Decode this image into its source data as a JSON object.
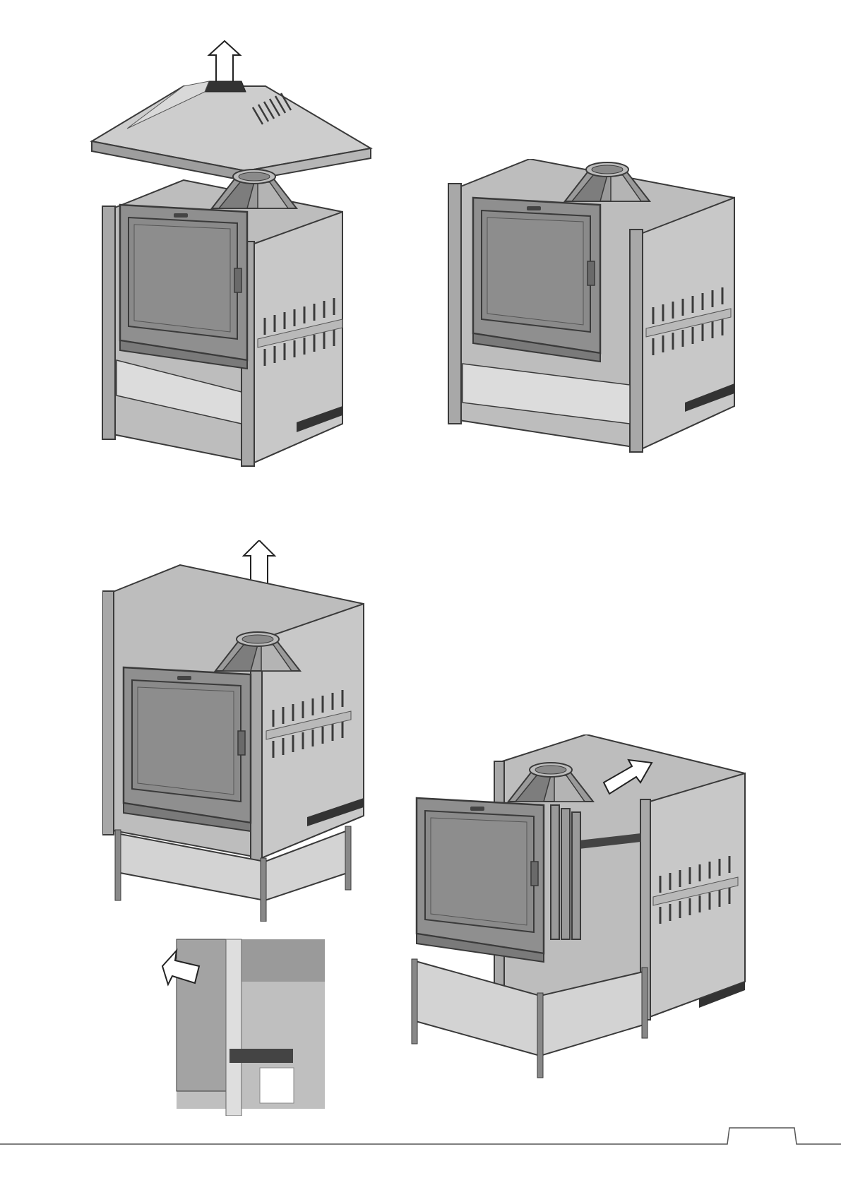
{
  "page": {
    "title": "",
    "page_number": ""
  },
  "figures": [
    {
      "id": "fig-hood-removal",
      "icon": "fireplace-with-hood-icon"
    },
    {
      "id": "fig-insert-in-casing",
      "icon": "fireplace-casing-icon"
    },
    {
      "id": "fig-casing-lift",
      "icon": "fireplace-casing-lift-icon"
    },
    {
      "id": "fig-detail-inset",
      "icon": "corner-detail-icon"
    },
    {
      "id": "fig-casing-slide-back",
      "icon": "casing-slide-icon"
    }
  ],
  "colors": {
    "outline": "#3a3a3a",
    "panel_light": "#cfcfcf",
    "panel_mid": "#a9a9a9",
    "panel_dark": "#6e6e6e",
    "glass": "#8c8c8c",
    "floor": "#dcdcdc"
  }
}
